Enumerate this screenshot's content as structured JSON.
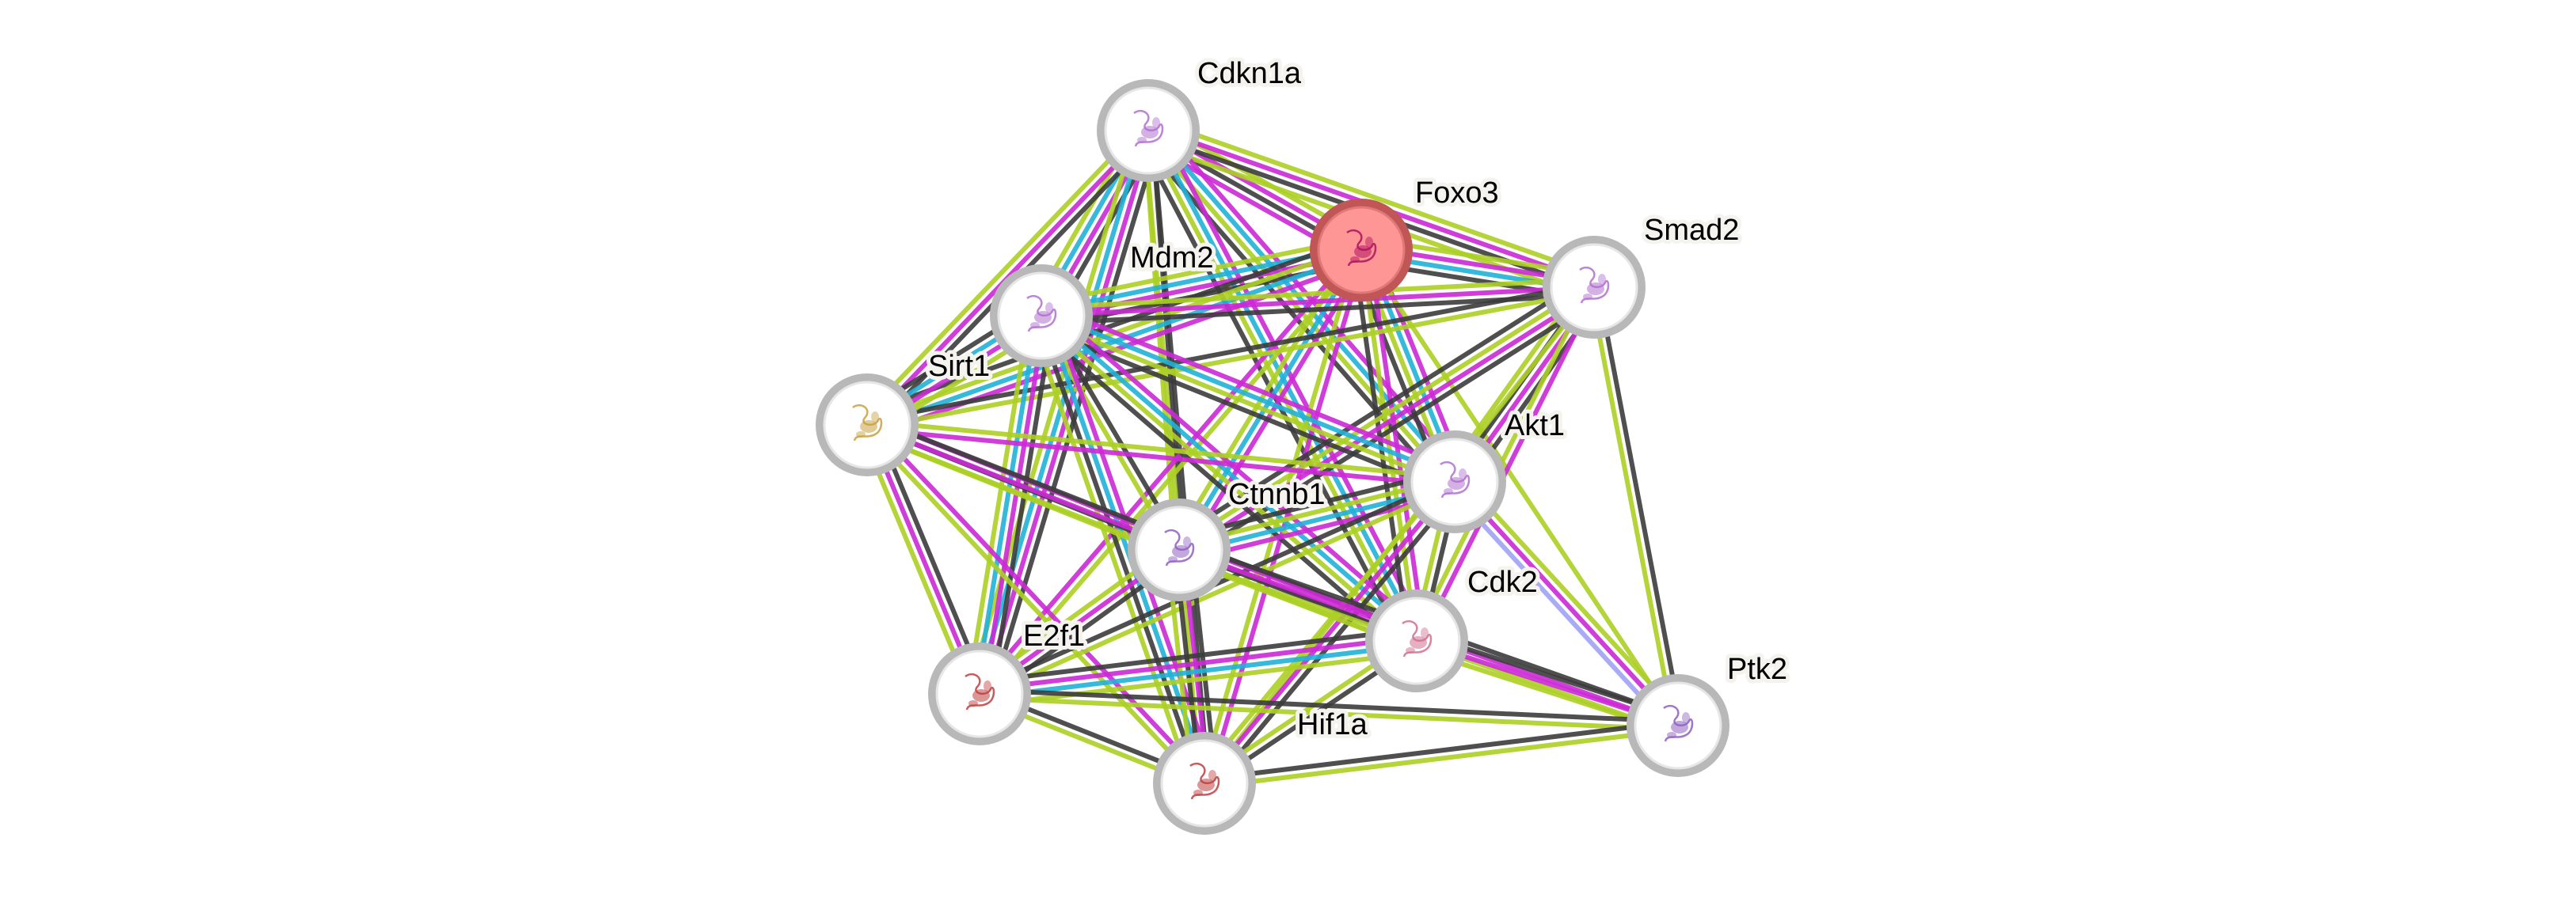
{
  "title": "Protein interaction network",
  "query_protein": "Foxo3",
  "colors": {
    "node_fill": "#ffffff",
    "node_ring": "#b8b8b8",
    "query_fill": "#ff9696",
    "query_ring": "#c05656",
    "label_halo": "#f4f3ee"
  },
  "evidence_colors": {
    "textmining": "#acd025",
    "experiments": "#cc2ad6",
    "databases": "#22b2d8",
    "coexpression": "#3c3c3c",
    "homology": "#a0a4f4"
  },
  "nodes": [
    {
      "id": "Cdkn1a",
      "label": "Cdkn1a",
      "structure_color": "#b070d0",
      "query": false
    },
    {
      "id": "Foxo3",
      "label": "Foxo3",
      "structure_color": "#b01060",
      "query": true
    },
    {
      "id": "Smad2",
      "label": "Smad2",
      "structure_color": "#b070d0",
      "query": false
    },
    {
      "id": "Mdm2",
      "label": "Mdm2",
      "structure_color": "#b070d0",
      "query": false
    },
    {
      "id": "Sirt1",
      "label": "Sirt1",
      "structure_color": "#c8a040",
      "query": false
    },
    {
      "id": "Akt1",
      "label": "Akt1",
      "structure_color": "#b070d0",
      "query": false
    },
    {
      "id": "Ctnnb1",
      "label": "Ctnnb1",
      "structure_color": "#9060c0",
      "query": false
    },
    {
      "id": "Cdk2",
      "label": "Cdk2",
      "structure_color": "#d07090",
      "query": false
    },
    {
      "id": "E2f1",
      "label": "E2f1",
      "structure_color": "#c04040",
      "query": false
    },
    {
      "id": "Hif1a",
      "label": "Hif1a",
      "structure_color": "#c04040",
      "query": false
    },
    {
      "id": "Ptk2",
      "label": "Ptk2",
      "structure_color": "#9060c0",
      "query": false
    }
  ],
  "edges": [
    {
      "source": "Cdkn1a",
      "target": "Foxo3",
      "evidence": [
        "textmining",
        "experiments",
        "coexpression",
        "experiments"
      ]
    },
    {
      "source": "Cdkn1a",
      "target": "Smad2",
      "evidence": [
        "textmining",
        "experiments",
        "coexpression",
        "textmining"
      ]
    },
    {
      "source": "Cdkn1a",
      "target": "Mdm2",
      "evidence": [
        "coexpression",
        "experiments",
        "databases",
        "textmining"
      ]
    },
    {
      "source": "Cdkn1a",
      "target": "Sirt1",
      "evidence": [
        "coexpression",
        "experiments",
        "textmining"
      ]
    },
    {
      "source": "Cdkn1a",
      "target": "Akt1",
      "evidence": [
        "experiments",
        "databases",
        "textmining",
        "coexpression"
      ]
    },
    {
      "source": "Cdkn1a",
      "target": "Ctnnb1",
      "evidence": [
        "coexpression",
        "textmining"
      ]
    },
    {
      "source": "Cdkn1a",
      "target": "Cdk2",
      "evidence": [
        "experiments",
        "databases",
        "textmining",
        "coexpression"
      ]
    },
    {
      "source": "Cdkn1a",
      "target": "E2f1",
      "evidence": [
        "coexpression",
        "experiments",
        "databases",
        "textmining"
      ]
    },
    {
      "source": "Cdkn1a",
      "target": "Hif1a",
      "evidence": [
        "coexpression",
        "textmining"
      ]
    },
    {
      "source": "Foxo3",
      "target": "Smad2",
      "evidence": [
        "textmining",
        "experiments",
        "databases",
        "coexpression"
      ]
    },
    {
      "source": "Foxo3",
      "target": "Mdm2",
      "evidence": [
        "coexpression",
        "experiments",
        "databases",
        "textmining"
      ]
    },
    {
      "source": "Foxo3",
      "target": "Sirt1",
      "evidence": [
        "experiments",
        "databases",
        "textmining",
        "coexpression"
      ]
    },
    {
      "source": "Foxo3",
      "target": "Akt1",
      "evidence": [
        "experiments",
        "databases",
        "textmining",
        "coexpression"
      ]
    },
    {
      "source": "Foxo3",
      "target": "Ctnnb1",
      "evidence": [
        "experiments",
        "databases",
        "textmining"
      ]
    },
    {
      "source": "Foxo3",
      "target": "Cdk2",
      "evidence": [
        "experiments",
        "textmining",
        "coexpression"
      ]
    },
    {
      "source": "Foxo3",
      "target": "E2f1",
      "evidence": [
        "textmining",
        "experiments"
      ]
    },
    {
      "source": "Foxo3",
      "target": "Hif1a",
      "evidence": [
        "experiments",
        "textmining"
      ]
    },
    {
      "source": "Foxo3",
      "target": "Ptk2",
      "evidence": [
        "textmining"
      ]
    },
    {
      "source": "Smad2",
      "target": "Mdm2",
      "evidence": [
        "coexpression",
        "experiments",
        "textmining"
      ]
    },
    {
      "source": "Smad2",
      "target": "Sirt1",
      "evidence": [
        "textmining",
        "coexpression"
      ]
    },
    {
      "source": "Smad2",
      "target": "Akt1",
      "evidence": [
        "coexpression",
        "experiments",
        "coexpression",
        "textmining"
      ]
    },
    {
      "source": "Smad2",
      "target": "Ctnnb1",
      "evidence": [
        "coexpression",
        "experiments",
        "textmining",
        "coexpression"
      ]
    },
    {
      "source": "Smad2",
      "target": "Cdk2",
      "evidence": [
        "experiments",
        "textmining"
      ]
    },
    {
      "source": "Smad2",
      "target": "Hif1a",
      "evidence": [
        "textmining"
      ]
    },
    {
      "source": "Smad2",
      "target": "Ptk2",
      "evidence": [
        "coexpression",
        "textmining"
      ]
    },
    {
      "source": "Mdm2",
      "target": "Sirt1",
      "evidence": [
        "textmining",
        "experiments",
        "databases",
        "coexpression"
      ]
    },
    {
      "source": "Mdm2",
      "target": "Akt1",
      "evidence": [
        "experiments",
        "databases",
        "textmining",
        "coexpression"
      ]
    },
    {
      "source": "Mdm2",
      "target": "Ctnnb1",
      "evidence": [
        "coexpression",
        "textmining"
      ]
    },
    {
      "source": "Mdm2",
      "target": "Cdk2",
      "evidence": [
        "experiments",
        "databases",
        "textmining",
        "coexpression"
      ]
    },
    {
      "source": "Mdm2",
      "target": "E2f1",
      "evidence": [
        "coexpression",
        "experiments",
        "databases",
        "textmining"
      ]
    },
    {
      "source": "Mdm2",
      "target": "Hif1a",
      "evidence": [
        "experiments",
        "databases",
        "coexpression",
        "textmining"
      ]
    },
    {
      "source": "Sirt1",
      "target": "Akt1",
      "evidence": [
        "textmining",
        "experiments"
      ]
    },
    {
      "source": "Sirt1",
      "target": "Ctnnb1",
      "evidence": [
        "experiments",
        "coexpression",
        "textmining"
      ]
    },
    {
      "source": "Sirt1",
      "target": "Cdk2",
      "evidence": [
        "coexpression",
        "experiments",
        "textmining"
      ]
    },
    {
      "source": "Sirt1",
      "target": "E2f1",
      "evidence": [
        "coexpression",
        "experiments",
        "textmining"
      ]
    },
    {
      "source": "Sirt1",
      "target": "Hif1a",
      "evidence": [
        "experiments",
        "textmining"
      ]
    },
    {
      "source": "Akt1",
      "target": "Ctnnb1",
      "evidence": [
        "experiments",
        "databases",
        "textmining",
        "coexpression"
      ]
    },
    {
      "source": "Akt1",
      "target": "Cdk2",
      "evidence": [
        "coexpression",
        "textmining"
      ]
    },
    {
      "source": "Akt1",
      "target": "E2f1",
      "evidence": [
        "textmining",
        "coexpression"
      ]
    },
    {
      "source": "Akt1",
      "target": "Hif1a",
      "evidence": [
        "coexpression",
        "experiments",
        "textmining"
      ]
    },
    {
      "source": "Akt1",
      "target": "Ptk2",
      "evidence": [
        "textmining",
        "experiments",
        "homology"
      ]
    },
    {
      "source": "Ctnnb1",
      "target": "Cdk2",
      "evidence": [
        "experiments",
        "coexpression",
        "textmining"
      ]
    },
    {
      "source": "Ctnnb1",
      "target": "E2f1",
      "evidence": [
        "coexpression",
        "experiments",
        "textmining"
      ]
    },
    {
      "source": "Ctnnb1",
      "target": "Hif1a",
      "evidence": [
        "coexpression",
        "experiments",
        "coexpression",
        "textmining"
      ]
    },
    {
      "source": "Ctnnb1",
      "target": "Ptk2",
      "evidence": [
        "coexpression",
        "experiments",
        "textmining"
      ]
    },
    {
      "source": "Cdk2",
      "target": "E2f1",
      "evidence": [
        "textmining",
        "databases",
        "experiments",
        "coexpression"
      ]
    },
    {
      "source": "Cdk2",
      "target": "Hif1a",
      "evidence": [
        "coexpression",
        "textmining"
      ]
    },
    {
      "source": "Cdk2",
      "target": "Ptk2",
      "evidence": [
        "coexpression",
        "experiments",
        "textmining"
      ]
    },
    {
      "source": "E2f1",
      "target": "Hif1a",
      "evidence": [
        "coexpression",
        "textmining"
      ]
    },
    {
      "source": "E2f1",
      "target": "Ptk2",
      "evidence": [
        "coexpression",
        "textmining"
      ]
    },
    {
      "source": "Hif1a",
      "target": "Ptk2",
      "evidence": [
        "coexpression",
        "textmining"
      ]
    }
  ]
}
